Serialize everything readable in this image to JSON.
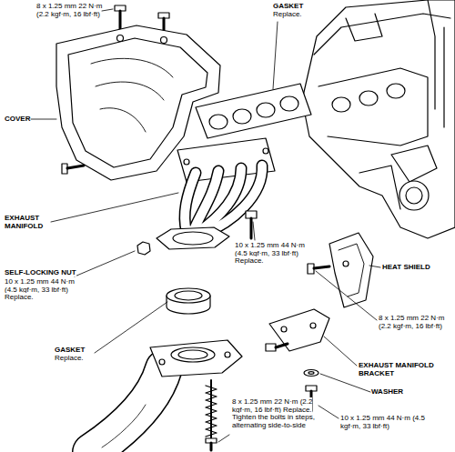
{
  "diagram": {
    "labels": [
      "8 x 1.25 mm 22 N·m (2.2 kgf·m, 16 lbf·ft)",
      "GASKET",
      "Replace.",
      "COVER",
      "EXHAUST MANIFOLD",
      "10 x 1.25 mm 44 N·m (4.5 kgf·m, 33 lbf·ft) Replace.",
      "HEAT SHIELD",
      "SELF-LOCKING NUT",
      "10 x 1.25 mm 44 N·m (4.5 kgf·m, 33 lbf·ft) Replace.",
      "8 x 1.25 mm 22 N·m (2.2 kgf·m, 16 lbf·ft)",
      "EXHAUST MANIFOLD BRACKET",
      "WASHER",
      "GASKET",
      "Replace.",
      "10 x 1.25 mm 44 N·m (4.5 kgf·m, 33 lbf·ft)",
      "8 x 1.25 mm 22 N·m (2.2 kgf·m, 16 lbf·ft) Replace. Tighten the bolts in steps, alternating side-to-side"
    ]
  }
}
